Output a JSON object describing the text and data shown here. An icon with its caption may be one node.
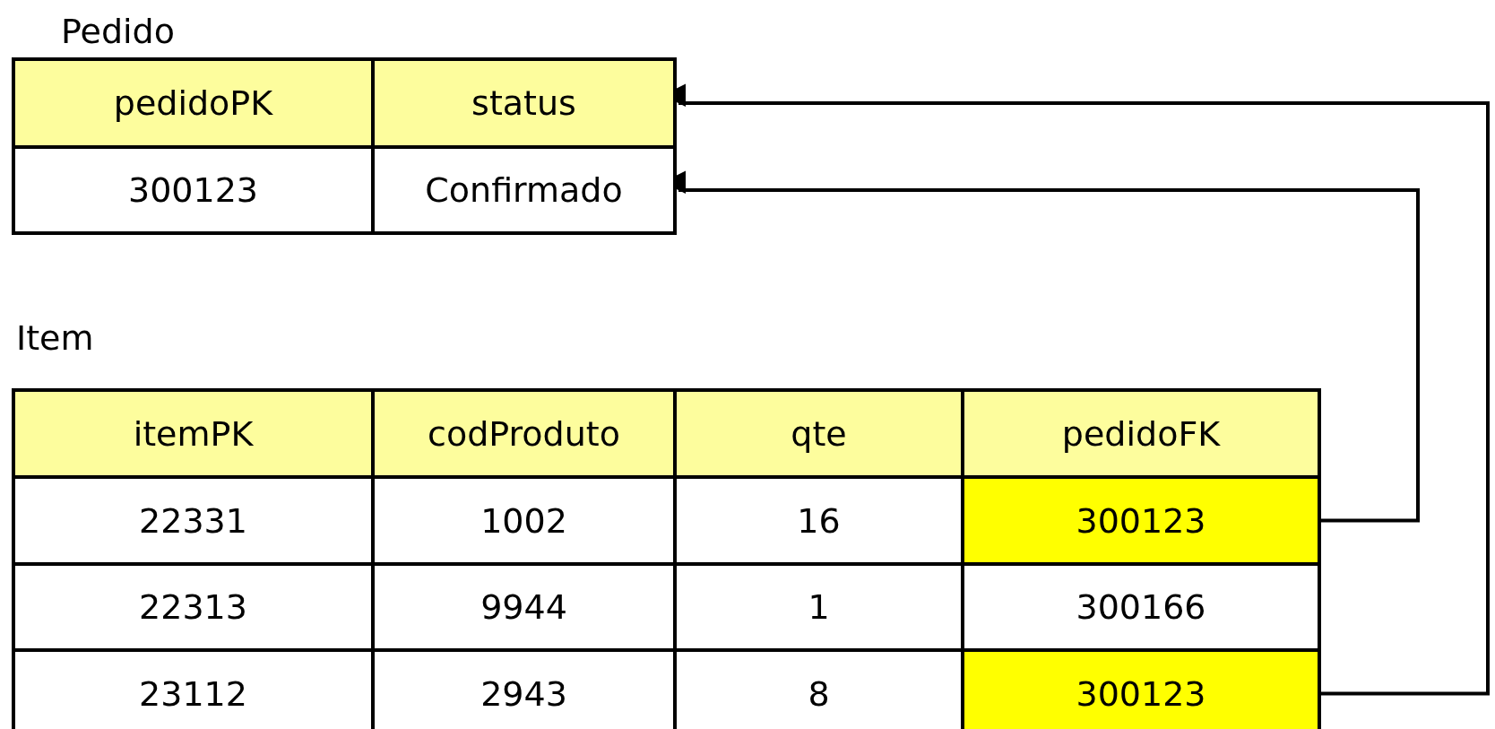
{
  "diagram": {
    "nodes": [
      {
        "text": [
          "Pedido"
        ]
      },
      {
        "text": [
          "pedidoPK"
        ],
        "in": 0
      },
      {
        "text": [
          "status"
        ],
        "in": 0
      },
      {
        "text": [
          "300123"
        ],
        "in": 0
      },
      {
        "text": [
          "Confirmado"
        ],
        "in": 0
      },
      {
        "text": [
          "Item"
        ]
      },
      {
        "text": [
          "itemPK"
        ],
        "in": 5
      },
      {
        "text": [
          "codProduto"
        ],
        "in": 5
      },
      {
        "text": [
          "qte"
        ],
        "in": 5
      },
      {
        "text": [
          "pedidoFK"
        ],
        "in": 5
      },
      {
        "text": [
          "22331"
        ],
        "in": 5
      },
      {
        "text": [
          "1002"
        ],
        "in": 5
      },
      {
        "text": [
          "16"
        ],
        "in": 5
      },
      {
        "text": [
          "300123"
        ],
        "in": 5
      },
      {
        "text": [
          "22313"
        ],
        "in": 5
      },
      {
        "text": [
          "9944"
        ],
        "in": 5
      },
      {
        "text": [
          "1"
        ],
        "in": 5
      },
      {
        "text": [
          "300166"
        ],
        "in": 5
      },
      {
        "text": [
          "23112"
        ],
        "in": 5
      },
      {
        "text": [
          "2943"
        ],
        "in": 5
      },
      {
        "text": [
          "8"
        ],
        "in": 5
      },
      {
        "text": [
          "300123"
        ],
        "in": 5
      }
    ],
    "edges": [
      {
        "from": 13,
        "to": 4,
        "arrow": "to"
      },
      {
        "from": 21,
        "to": 2,
        "arrow": "to"
      }
    ]
  }
}
